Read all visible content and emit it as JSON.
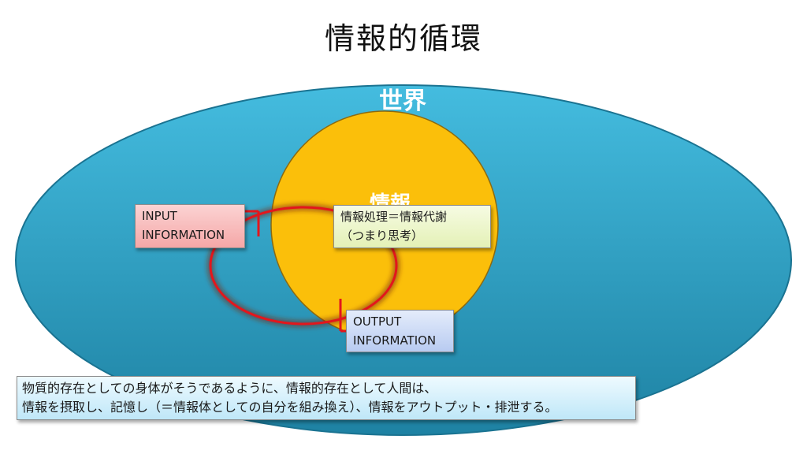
{
  "title": "情報的循環",
  "world": {
    "label": "世界"
  },
  "self": {
    "label": "情報"
  },
  "boxes": {
    "input": {
      "line1": "INPUT",
      "line2": "INFORMATION"
    },
    "process": {
      "line1": "情報処理＝情報代謝",
      "line2": "（つまり思考）"
    },
    "output": {
      "line1": "OUTPUT",
      "line2": "INFORMATION"
    }
  },
  "note": {
    "line1": "物質的存在としての身体がそうであるように、情報的存在として人間は、",
    "line2": "情報を摂取し、記憶し（＝情報体としての自分を組み換え）、情報をアウトプット・排泄する。"
  },
  "colors": {
    "world_fill_light": "#3fb5d8",
    "world_fill_dark": "#1f86a8",
    "self_fill": "#fbbf0a",
    "self_stroke": "#8a6a12",
    "cycle_stroke": "#e3161c",
    "input_box": "#f5a7a7",
    "process_box": "#e4f1b6",
    "output_box": "#b8cbf1",
    "note_box": "#bfe7f8"
  }
}
